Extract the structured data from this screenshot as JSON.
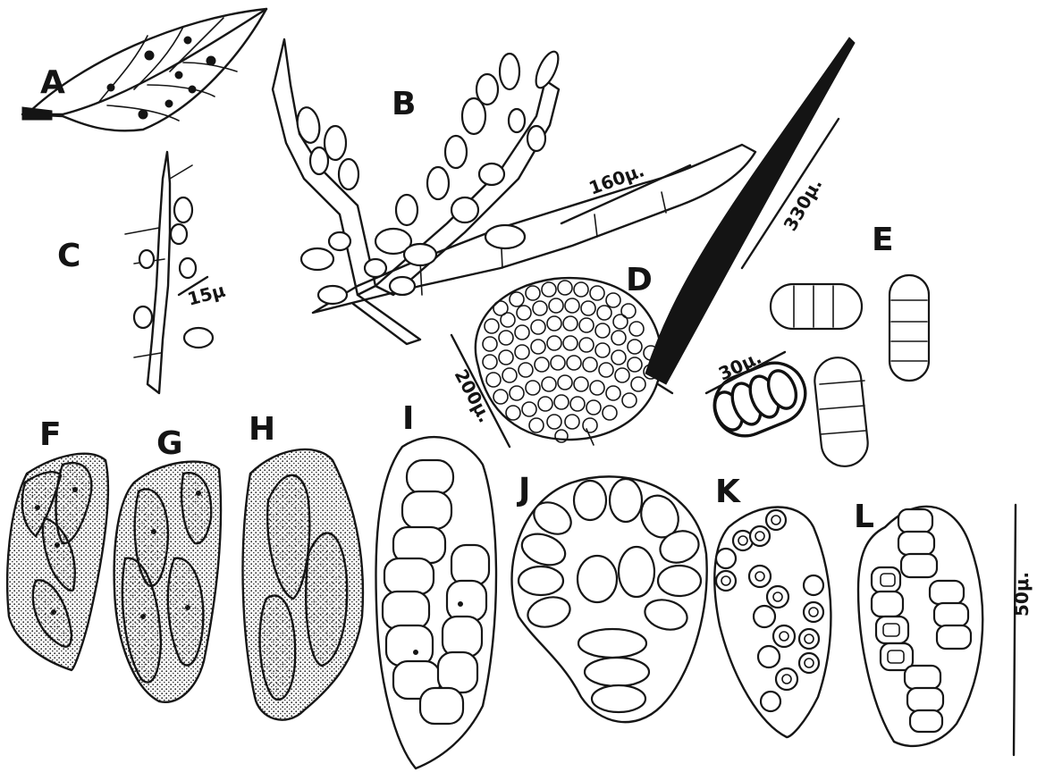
{
  "figure": {
    "labels": {
      "A": "A",
      "B": "B",
      "C": "C",
      "D": "D",
      "E": "E",
      "F": "F",
      "G": "G",
      "H": "H",
      "I": "I",
      "J": "J",
      "K": "K",
      "L": "L"
    },
    "scale_bars": {
      "b": "160μ.",
      "c": "15μ",
      "d_spine": "330μ.",
      "d_body": "200μ.",
      "e": "30μ.",
      "asci": "50μ."
    }
  }
}
